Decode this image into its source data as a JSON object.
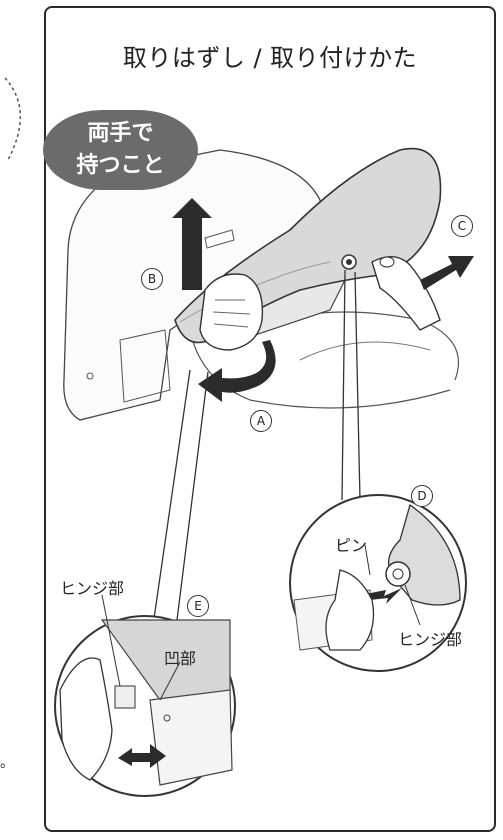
{
  "title": "取りはずし / 取り付けかた",
  "bubble": {
    "line1": "両手で",
    "line2": "持つこと"
  },
  "markers": {
    "a": "A",
    "b": "B",
    "c": "C",
    "d": "D",
    "e": "E"
  },
  "labels": {
    "pin": "ピン",
    "hinge_right": "ヒンジ部",
    "hinge_left": "ヒンジ部",
    "recess": "凹部"
  },
  "edge_text": "。",
  "colors": {
    "arrow": "#2b2b2b",
    "bubble": "#6b6b6b",
    "line": "#333333"
  }
}
